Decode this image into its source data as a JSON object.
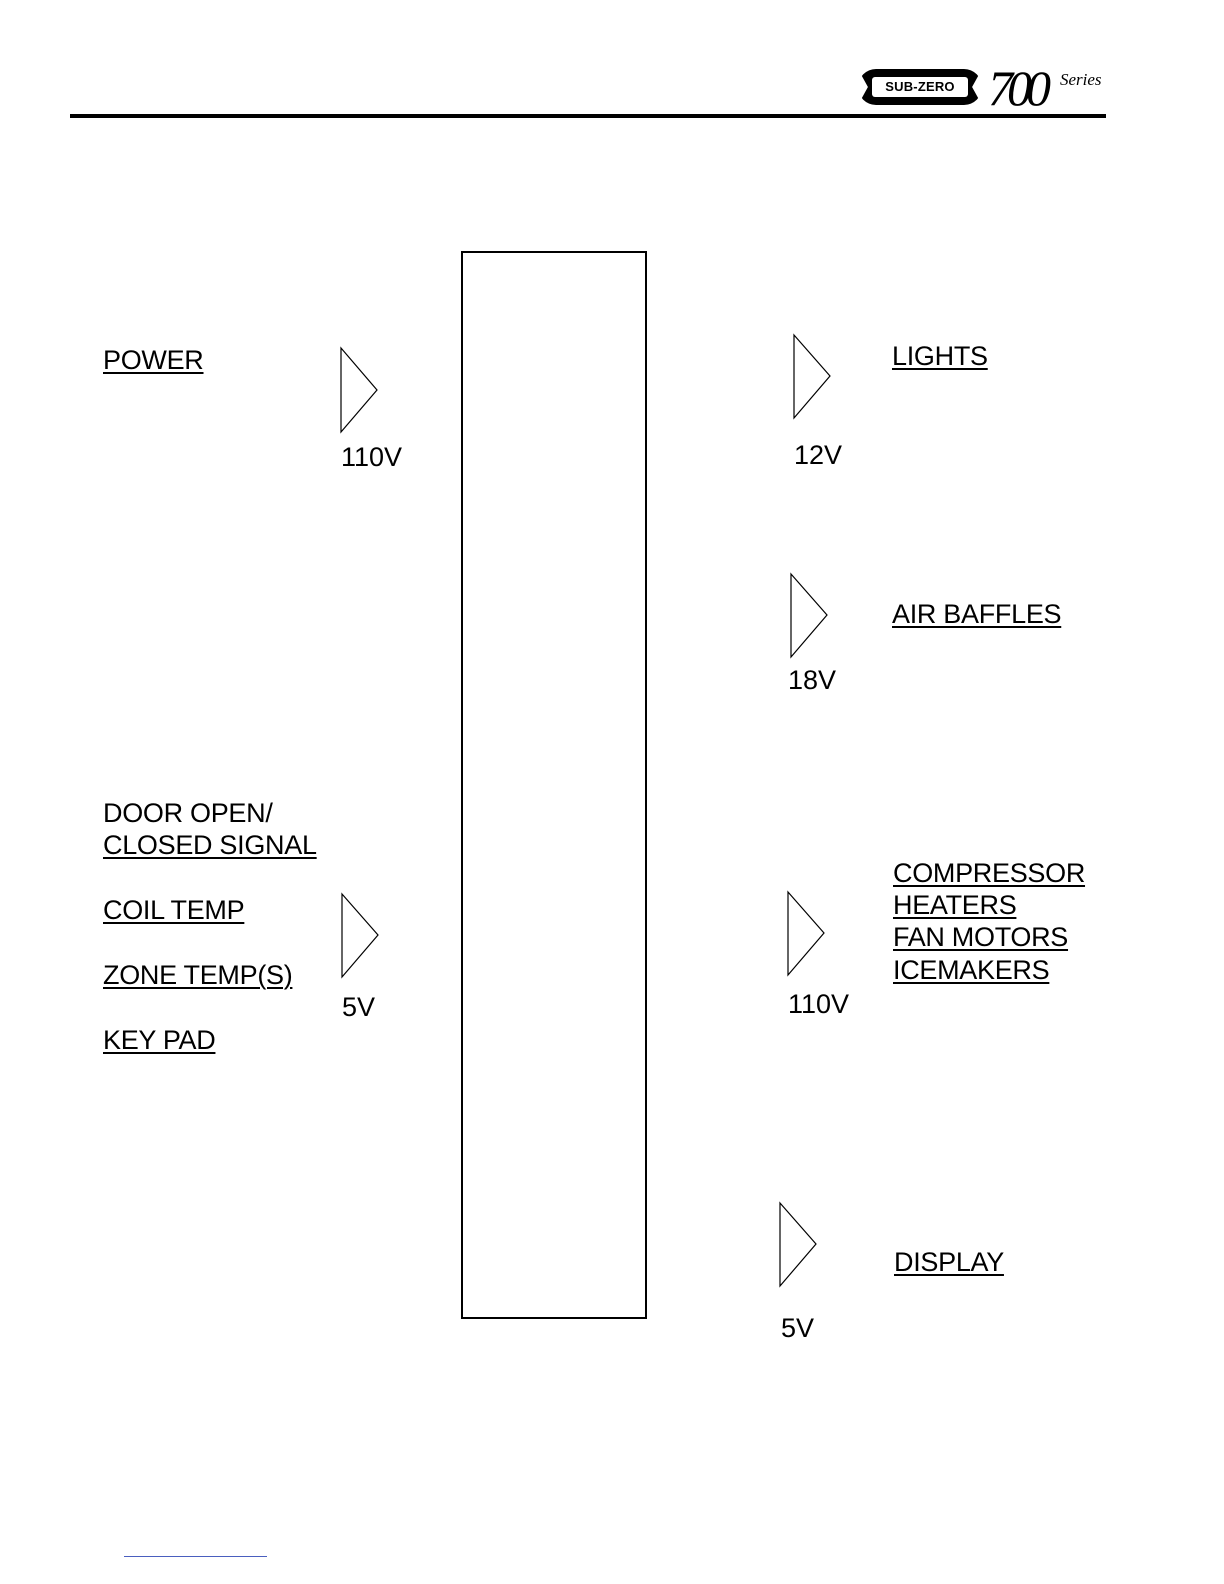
{
  "header": {
    "brand_badge": "SUB-ZERO",
    "brand_script": "700",
    "brand_series": "Series"
  },
  "inputs": {
    "power": {
      "label": "POWER",
      "voltage": "110V"
    },
    "door_signal": {
      "line1": "DOOR OPEN/",
      "line2": "CLOSED SIGNAL"
    },
    "coil_temp": "COIL TEMP",
    "zone_temps": "ZONE TEMP(S)",
    "key_pad": "KEY PAD",
    "low_voltage": "5V"
  },
  "outputs": {
    "lights": {
      "label": "LIGHTS",
      "voltage": "12V"
    },
    "air_baffles": {
      "label": "AIR BAFFLES",
      "voltage": "18V"
    },
    "loads": {
      "items": [
        "COMPRESSOR",
        "HEATERS",
        "FAN MOTORS",
        "ICEMAKERS"
      ],
      "voltage": "110V"
    },
    "display": {
      "label": "DISPLAY",
      "voltage": "5V"
    }
  },
  "colors": {
    "ink": "#000000",
    "paper": "#ffffff",
    "footer_link": "#4a5fbf"
  }
}
